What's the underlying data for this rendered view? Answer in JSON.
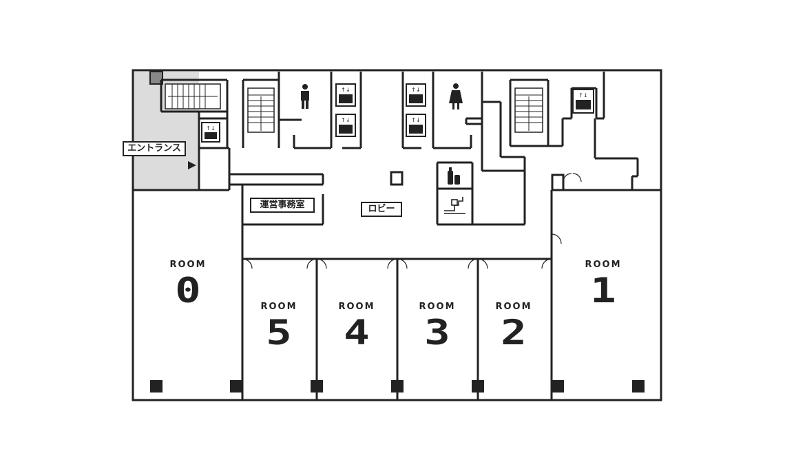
{
  "labels": {
    "entrance": "エントランス",
    "office": "運営事務室",
    "lobby": "ロビー"
  },
  "rooms": [
    {
      "word": "ROOM",
      "number": "0"
    },
    {
      "word": "ROOM",
      "number": "1"
    },
    {
      "word": "ROOM",
      "number": "2"
    },
    {
      "word": "ROOM",
      "number": "3"
    },
    {
      "word": "ROOM",
      "number": "4"
    },
    {
      "word": "ROOM",
      "number": "5"
    }
  ],
  "icons": [
    "elevator-icon",
    "mens-restroom-icon",
    "womens-restroom-icon",
    "stairs-icon",
    "fire-extinguisher-icon",
    "escalator-icon",
    "entrance-arrow-icon"
  ],
  "colors": {
    "wall": "#222222",
    "entrance_area": "#dcdcdc",
    "background": "#ffffff"
  }
}
